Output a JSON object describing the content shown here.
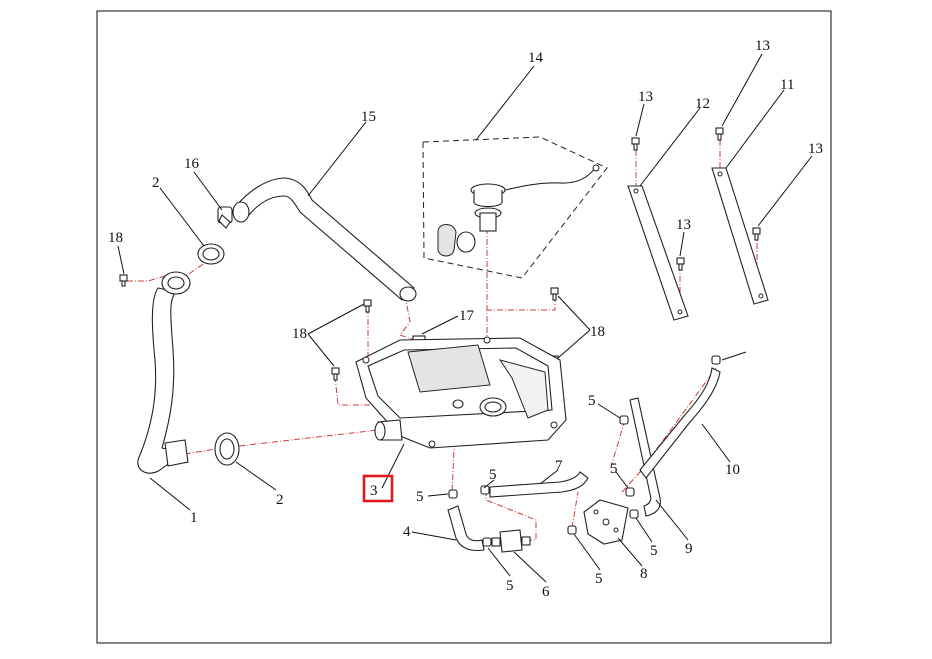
{
  "diagram": {
    "title": "",
    "highlighted_callout": "3",
    "highlight_color": "#e0191f",
    "leader_color": "#111111",
    "assembly_line_color": "#d23a3a",
    "callouts": [
      {
        "id": "c1",
        "label": "1"
      },
      {
        "id": "c2a",
        "label": "2"
      },
      {
        "id": "c2b",
        "label": "2"
      },
      {
        "id": "c3",
        "label": "3"
      },
      {
        "id": "c4",
        "label": "4"
      },
      {
        "id": "c5a",
        "label": "5"
      },
      {
        "id": "c5b",
        "label": "5"
      },
      {
        "id": "c5c",
        "label": "5"
      },
      {
        "id": "c5d",
        "label": "5"
      },
      {
        "id": "c5e",
        "label": "5"
      },
      {
        "id": "c5f",
        "label": "5"
      },
      {
        "id": "c5g",
        "label": "5"
      },
      {
        "id": "c6",
        "label": "6"
      },
      {
        "id": "c7",
        "label": "7"
      },
      {
        "id": "c8",
        "label": "8"
      },
      {
        "id": "c9",
        "label": "9"
      },
      {
        "id": "c10",
        "label": "10"
      },
      {
        "id": "c11",
        "label": "11"
      },
      {
        "id": "c12",
        "label": "12"
      },
      {
        "id": "c13a",
        "label": "13"
      },
      {
        "id": "c13b",
        "label": "13"
      },
      {
        "id": "c13c",
        "label": "13"
      },
      {
        "id": "c13d",
        "label": "13"
      },
      {
        "id": "c14",
        "label": "14"
      },
      {
        "id": "c15",
        "label": "15"
      },
      {
        "id": "c16",
        "label": "16"
      },
      {
        "id": "c17",
        "label": "17"
      },
      {
        "id": "c18a",
        "label": "18"
      },
      {
        "id": "c18b",
        "label": "18"
      },
      {
        "id": "c18c",
        "label": "18"
      }
    ]
  }
}
